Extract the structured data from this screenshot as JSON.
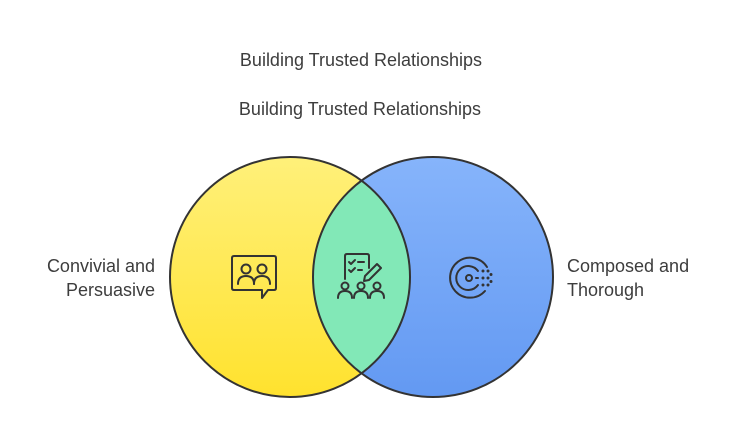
{
  "title": "Building Trusted Relationships",
  "venn": {
    "overlap_label": "Building Trusted Relationships",
    "left_label": "Convivial and Persuasive",
    "right_label": "Composed and Thorough",
    "left_icon": "people-chat-icon",
    "overlap_icon": "team-checklist-icon",
    "right_icon": "composure-dial-icon"
  },
  "colors": {
    "left_circle": "#ffea4d",
    "right_circle": "#74a6f7",
    "overlap": "#82e8b7",
    "outline": "#333333"
  }
}
